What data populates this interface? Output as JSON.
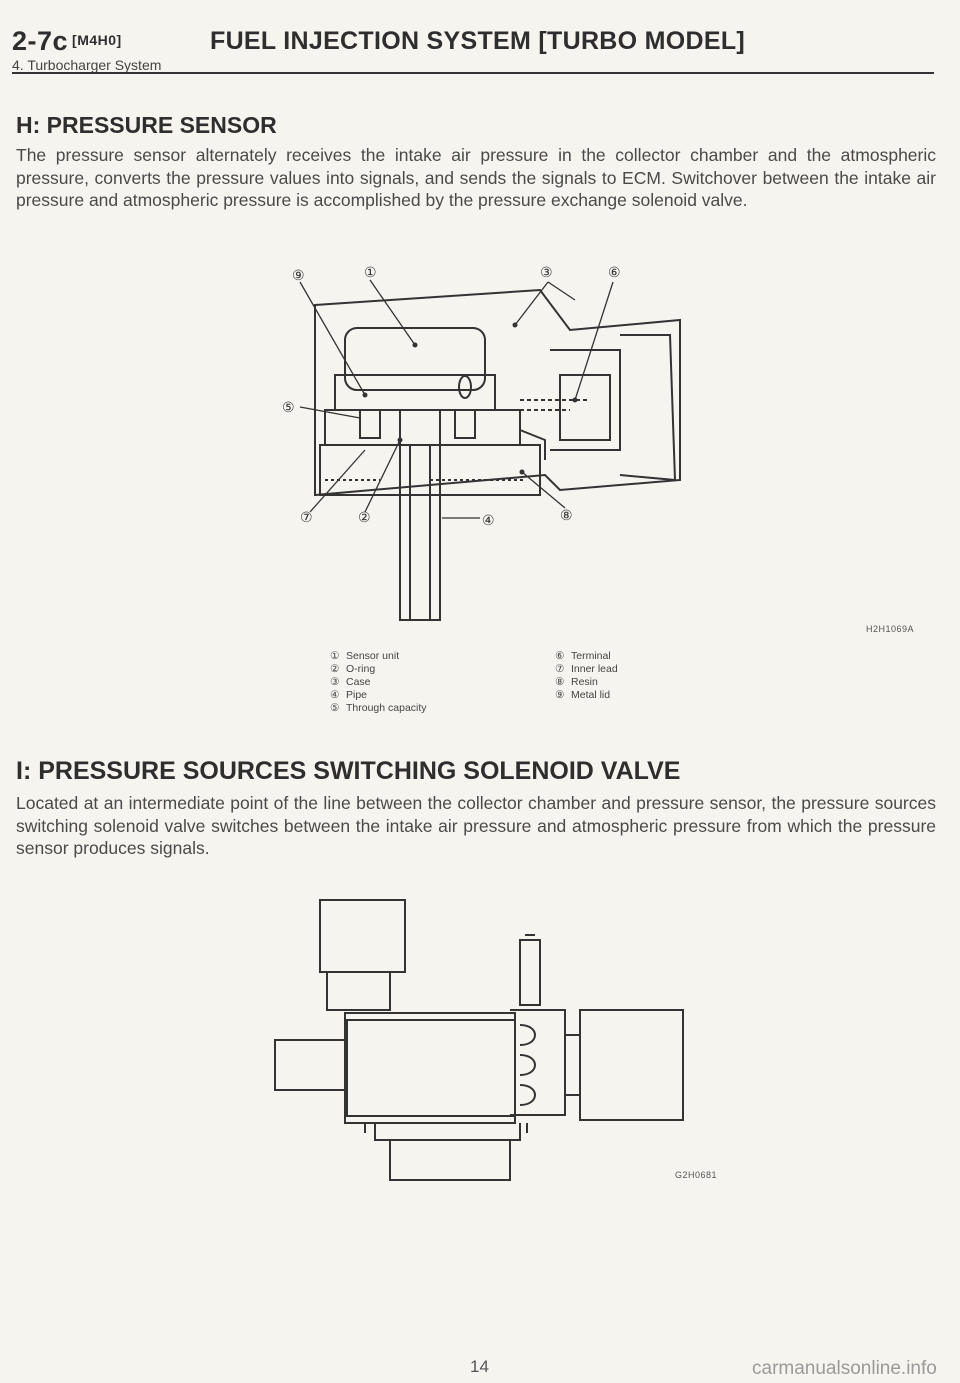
{
  "header": {
    "section_code": "2-7c",
    "model_code": "[M4H0]",
    "title": "FUEL INJECTION SYSTEM [TURBO MODEL]",
    "subtitle": "4. Turbocharger System"
  },
  "section_h": {
    "heading": "H: PRESSURE SENSOR",
    "paragraph": "The pressure sensor alternately receives the intake air pressure in the collector chamber and the atmospheric pressure, converts the pressure values into signals, and sends the signals to ECM. Switchover between the intake air pressure and atmospheric pressure is accomplished by the pressure exchange solenoid valve.",
    "figure_code": "H2H1069A",
    "callouts": [
      "①",
      "②",
      "③",
      "④",
      "⑤",
      "⑥",
      "⑦",
      "⑧",
      "⑨"
    ],
    "legend_left": [
      {
        "num": "①",
        "label": "Sensor unit"
      },
      {
        "num": "②",
        "label": "O-ring"
      },
      {
        "num": "③",
        "label": "Case"
      },
      {
        "num": "④",
        "label": "Pipe"
      },
      {
        "num": "⑤",
        "label": "Through capacity"
      }
    ],
    "legend_right": [
      {
        "num": "⑥",
        "label": "Terminal"
      },
      {
        "num": "⑦",
        "label": "Inner lead"
      },
      {
        "num": "⑧",
        "label": "Resin"
      },
      {
        "num": "⑨",
        "label": "Metal lid"
      }
    ]
  },
  "section_i": {
    "heading": "I: PRESSURE SOURCES SWITCHING SOLENOID VALVE",
    "paragraph": "Located at an intermediate point of the line between the collector chamber and pressure sensor, the pressure sources switching solenoid valve switches between the intake air pressure and atmospheric pressure from which the pressure sensor produces signals.",
    "figure_code": "G2H0681"
  },
  "footer": {
    "page_number": "14",
    "watermark": "carmanualsonline.info"
  }
}
